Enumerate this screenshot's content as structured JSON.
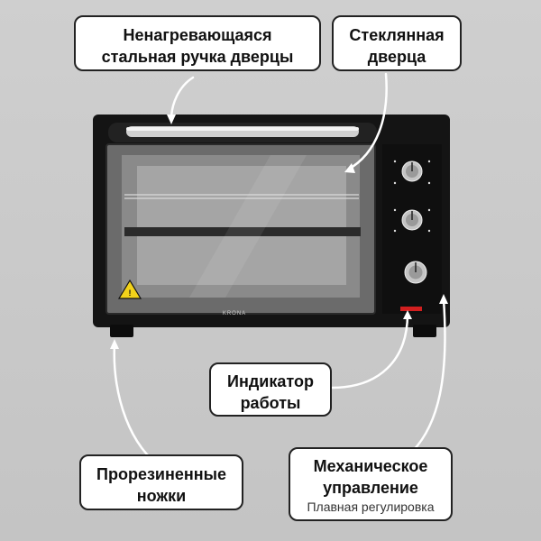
{
  "callouts": {
    "handle": "Ненагревающаяся стальная ручка дверцы",
    "glass_door": "Стеклянная дверца",
    "indicator": "Индикатор работы",
    "feet": "Прорезиненные ножки",
    "control": "Механическое управление",
    "control_sub": "Плавная регулировка"
  },
  "oven": {
    "brand": "KRONA"
  },
  "colors": {
    "background": "#c9c9c9",
    "oven_body": "#141414",
    "indicator_light": "#d21f1f",
    "warning_label": "#f2d21a"
  },
  "icons": [
    "heat-warning-icon",
    "arrow-icon"
  ]
}
